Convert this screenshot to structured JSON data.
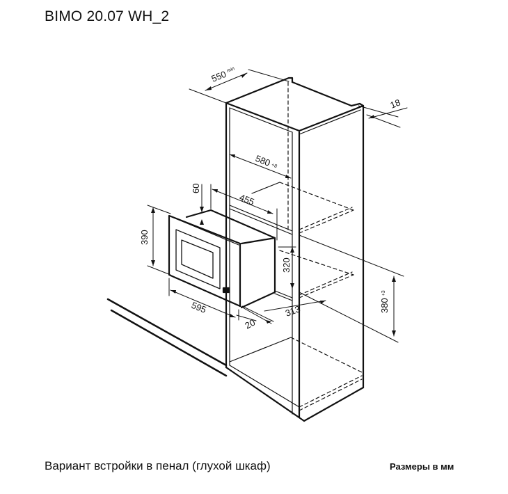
{
  "title": "BIMO 20.07 WH_2",
  "caption": "Вариант встройки в пенал (глухой шкаф)",
  "units_note": "Размеры в мм",
  "dimensions": {
    "depth_min": "550",
    "depth_min_suffix": "min",
    "panel_thickness": "18",
    "niche_width": "580",
    "niche_width_tol": "+8",
    "top_offset": "60",
    "appliance_depth": "455",
    "appliance_height": "390",
    "niche_height": "320",
    "appliance_width": "595",
    "front_offset": "20",
    "niche_depth": "313",
    "install_height": "380",
    "install_height_tol": "+3"
  }
}
